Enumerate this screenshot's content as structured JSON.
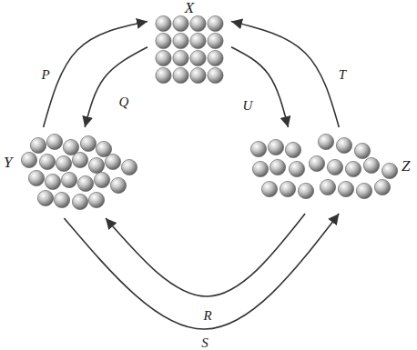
{
  "diagram": {
    "nodes": [
      {
        "text": [
          "X"
        ]
      },
      {
        "text": [
          "Y"
        ]
      },
      {
        "text": [
          "Z"
        ]
      }
    ],
    "edges": [
      {
        "from": 1,
        "to": 0,
        "label": "P",
        "arrow": "to"
      },
      {
        "from": 0,
        "to": 1,
        "label": "Q",
        "arrow": "to"
      },
      {
        "from": 2,
        "to": 0,
        "label": "T",
        "arrow": "to"
      },
      {
        "from": 0,
        "to": 2,
        "label": "U",
        "arrow": "to"
      },
      {
        "from": 2,
        "to": 1,
        "label": "R",
        "arrow": "to"
      },
      {
        "from": 1,
        "to": 2,
        "label": "S",
        "arrow": "to"
      }
    ]
  }
}
